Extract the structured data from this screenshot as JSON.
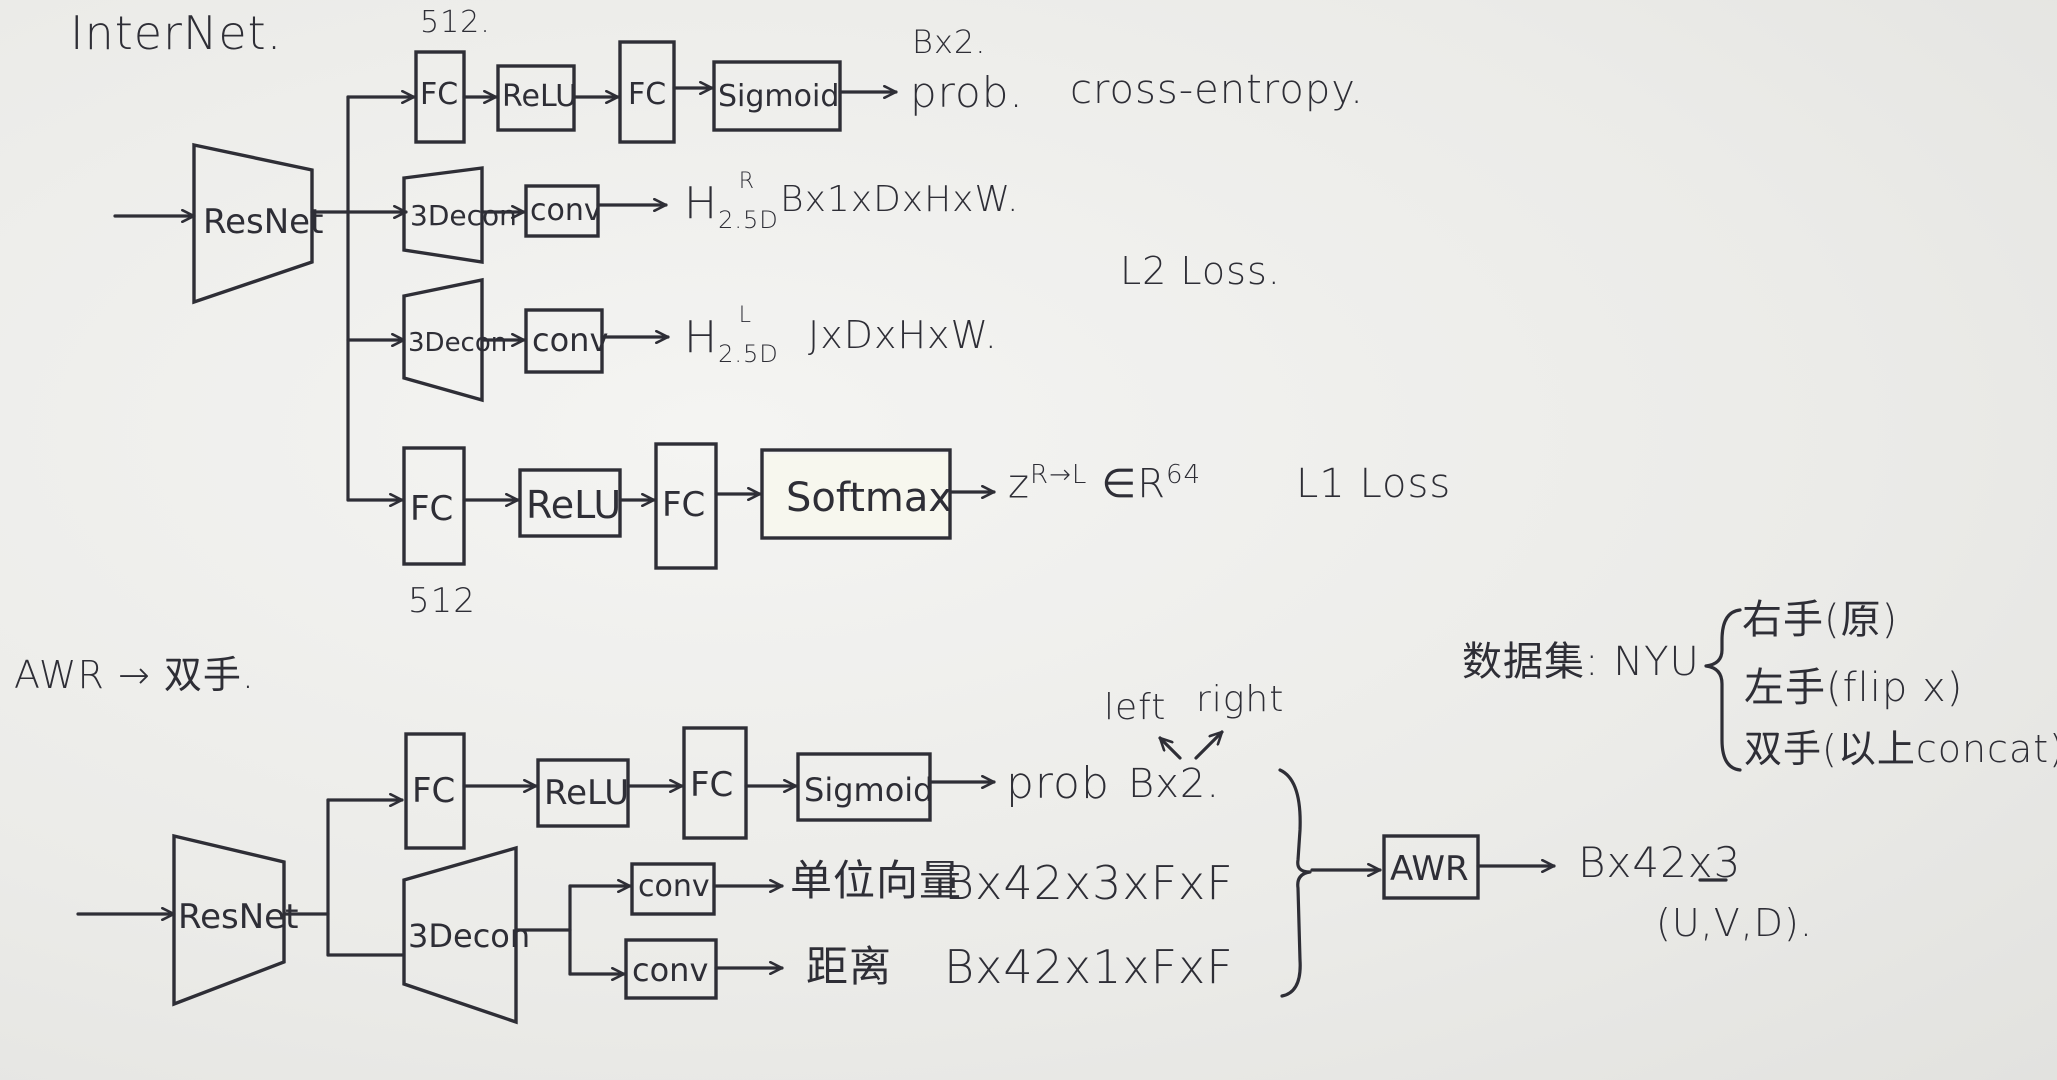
{
  "title": "InterNet.",
  "internet": {
    "dim_top": "512.",
    "dim_bottom": "512",
    "backbone": "ResNet",
    "branch1": {
      "fc1": "FC",
      "relu": "ReLU",
      "fc2": "FC",
      "act": "Sigmoid",
      "out": "prob.",
      "shape": "Bx2.",
      "loss": "cross-entropy."
    },
    "branch2": {
      "decon": "3Decon",
      "conv": "conv",
      "out": "H",
      "out_sup": "R",
      "out_sub": "2.5D",
      "shape": "Bx1xDxHxW."
    },
    "branch3": {
      "decon": "3Decon",
      "conv": "conv",
      "out": "H",
      "out_sup": "L",
      "out_sub": "2.5D",
      "shape": "JxDxHxW."
    },
    "l2_loss": "L2 Loss.",
    "branch4": {
      "fc1": "FC",
      "relu": "ReLU",
      "fc2": "FC",
      "act": "Softmax",
      "out": "z",
      "out_sup": "R→L",
      "in": "∈R",
      "in_sup": "64",
      "loss": "L1 Loss"
    }
  },
  "awr_section": {
    "title": "AWR → 双手.",
    "backbone": "ResNet",
    "fc1": "FC",
    "relu": "ReLU",
    "fc2": "FC",
    "act": "Sigmoid",
    "prob": "prob",
    "prob_shape": "Bx2.",
    "left": "left",
    "right": "right",
    "decon": "3Decon",
    "conv1": "conv",
    "out1": "单位向量",
    "shape1": "Bx42x3xFxF",
    "conv2": "conv",
    "out2": "距离",
    "shape2": "Bx42x1xFxF",
    "awr": "AWR",
    "final_shape": "Bx42x3",
    "final_coords": "(U,V,D)."
  },
  "dataset": {
    "label": "数据集: NYU",
    "items": [
      "右手(原)",
      "左手(flip x)",
      "双手(以上concat)"
    ]
  }
}
